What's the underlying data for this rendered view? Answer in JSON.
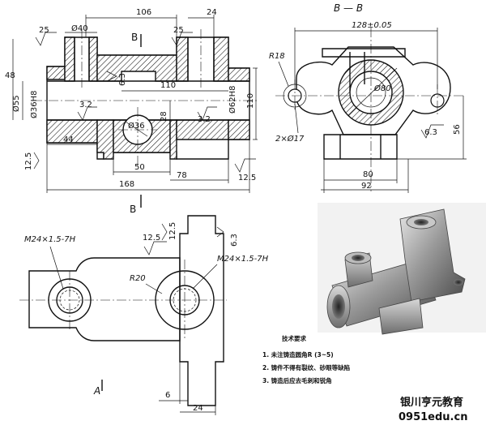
{
  "section_view": {
    "dims": {
      "total_len": "106",
      "top_right": "24",
      "bore_top": "Ø40",
      "height_48": "48",
      "bore_55": "Ø55",
      "bore_36": "Ø36H8",
      "len_44": "44",
      "len_110": "110",
      "len_28": "28",
      "hole_36": "Ø36",
      "bore_62": "Ø62H8",
      "height_110": "110",
      "len_50": "50",
      "len_78": "78",
      "len_168": "168"
    },
    "roughness": {
      "r1": "25",
      "r2": "25",
      "r3": "6.3",
      "r4": "3.2",
      "r5": "3.2",
      "r6": "12.5",
      "r7": "12.5"
    },
    "labels": {
      "b_top": "B",
      "b_bottom": "B"
    }
  },
  "bb_view": {
    "title": "B — B",
    "dims": {
      "width": "128±0.05",
      "r18": "R18",
      "bore": "Ø80",
      "holes": "2×Ø17",
      "rough": "6.3",
      "height": "56",
      "w80": "80",
      "w92": "92"
    }
  },
  "top_view": {
    "dims": {
      "thread_left": "M24×1.5-7H",
      "thread_right": "M24×1.5-7H",
      "r20": "R20",
      "rough_125": "12.5",
      "rough_125b": "12.5",
      "rough_63": "6.3",
      "len_6": "6",
      "len_24": "24"
    },
    "label_a": "A"
  },
  "tech_req": {
    "title": "技术要求",
    "items": [
      "1. 未注铸造圆角R (3~5)",
      "2. 铸件不得有裂纹、砂眼等缺陷",
      "3. 铸造后应去毛刺和锐角"
    ]
  },
  "watermark": {
    "line1": "银川亨元教育",
    "line2": "0951edu.cn"
  }
}
